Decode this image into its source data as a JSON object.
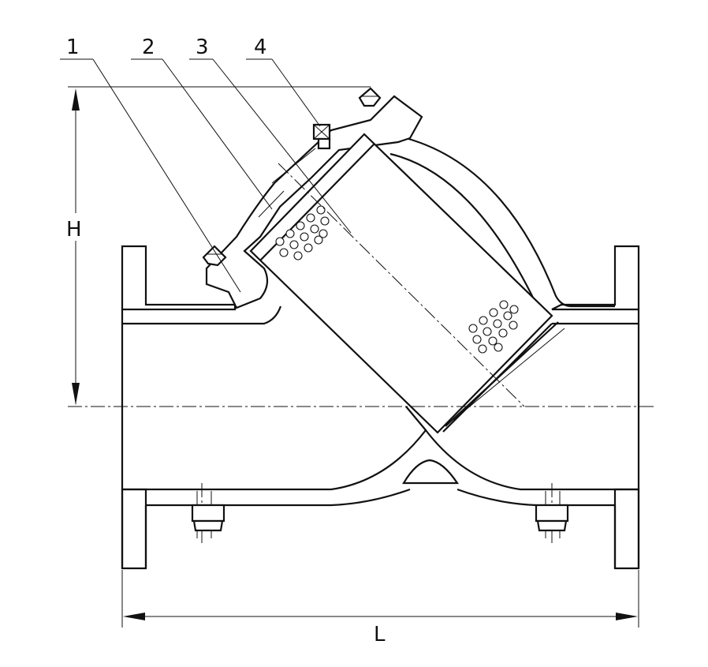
{
  "callouts": [
    {
      "id": "1",
      "label": "1"
    },
    {
      "id": "2",
      "label": "2"
    },
    {
      "id": "3",
      "label": "3"
    },
    {
      "id": "4",
      "label": "4"
    }
  ],
  "dimensions": {
    "height_label": "H",
    "length_label": "L"
  }
}
